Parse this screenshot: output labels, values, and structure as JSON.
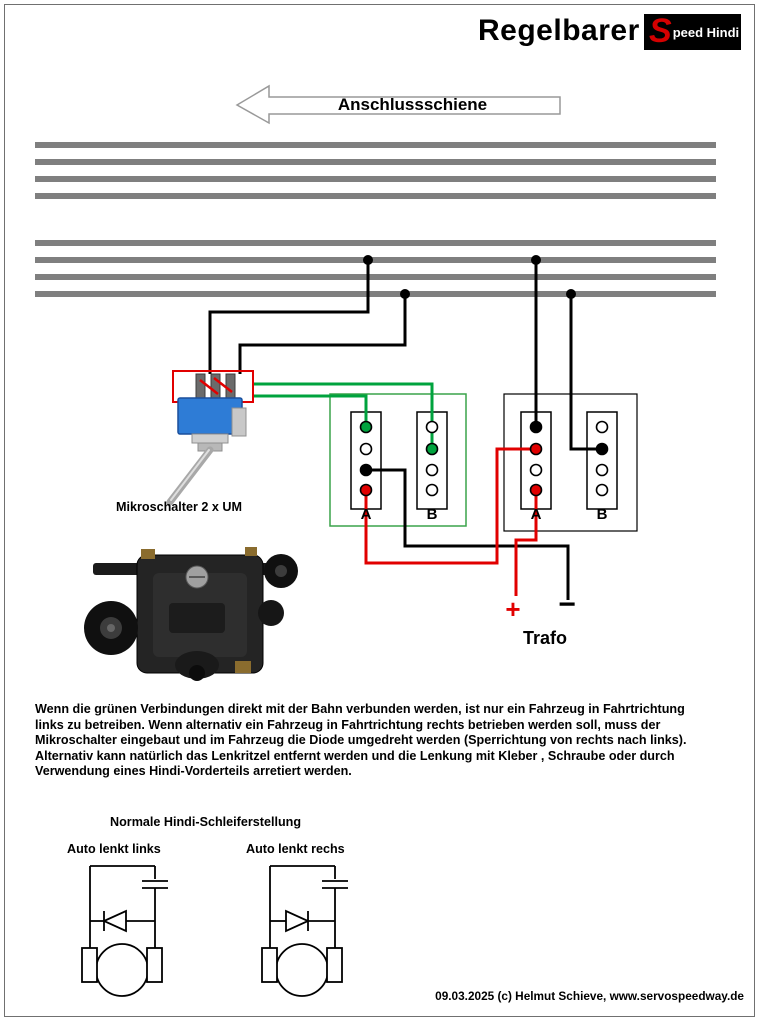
{
  "header": {
    "title": "Regelbarer",
    "logo_s": "S",
    "logo_rest": "peed Hindi"
  },
  "diagram": {
    "arrow_label": "Anschlussschiene",
    "switch_label": "Mikroschalter 2 x UM",
    "labels": {
      "left_a": "A",
      "left_b": "B",
      "right_a": "A",
      "right_b": "B"
    },
    "trafo": {
      "plus": "+",
      "minus": "−",
      "label": "Trafo"
    }
  },
  "paragraph": {
    "lines": [
      "Wenn die grünen Verbindungen direkt mit der Bahn verbunden werden, ist nur ein Fahrzeug in Fahrtrichtung",
      "links zu betreiben. Wenn alternativ ein Fahrzeug in Fahrtrichtung rechts betrieben werden soll, muss der",
      "Mikroschalter eingebaut und im Fahrzeug die Diode umgedreht werden (Sperrichtung von rechts nach links).",
      "Alternativ kann natürlich das Lenkritzel entfernt werden und die Lenkung mit Kleber , Schraube oder durch",
      "Verwendung eines Hindi-Vorderteils arretiert werden."
    ]
  },
  "bottom": {
    "heading": "Normale Hindi-Schleiferstellung",
    "left_caption": "Auto lenkt links",
    "right_caption": "Auto lenkt rechs"
  },
  "footer": {
    "text": "09.03.2025 (c) Helmut Schieve, www.servospeedway.de"
  },
  "colors": {
    "rail_gray": "#7f7f7f",
    "wire_black": "#000000",
    "wire_red": "#e10000",
    "wire_green": "#00a33e",
    "switch_blue": "#2e7cd6",
    "logo_red": "#d40000"
  }
}
